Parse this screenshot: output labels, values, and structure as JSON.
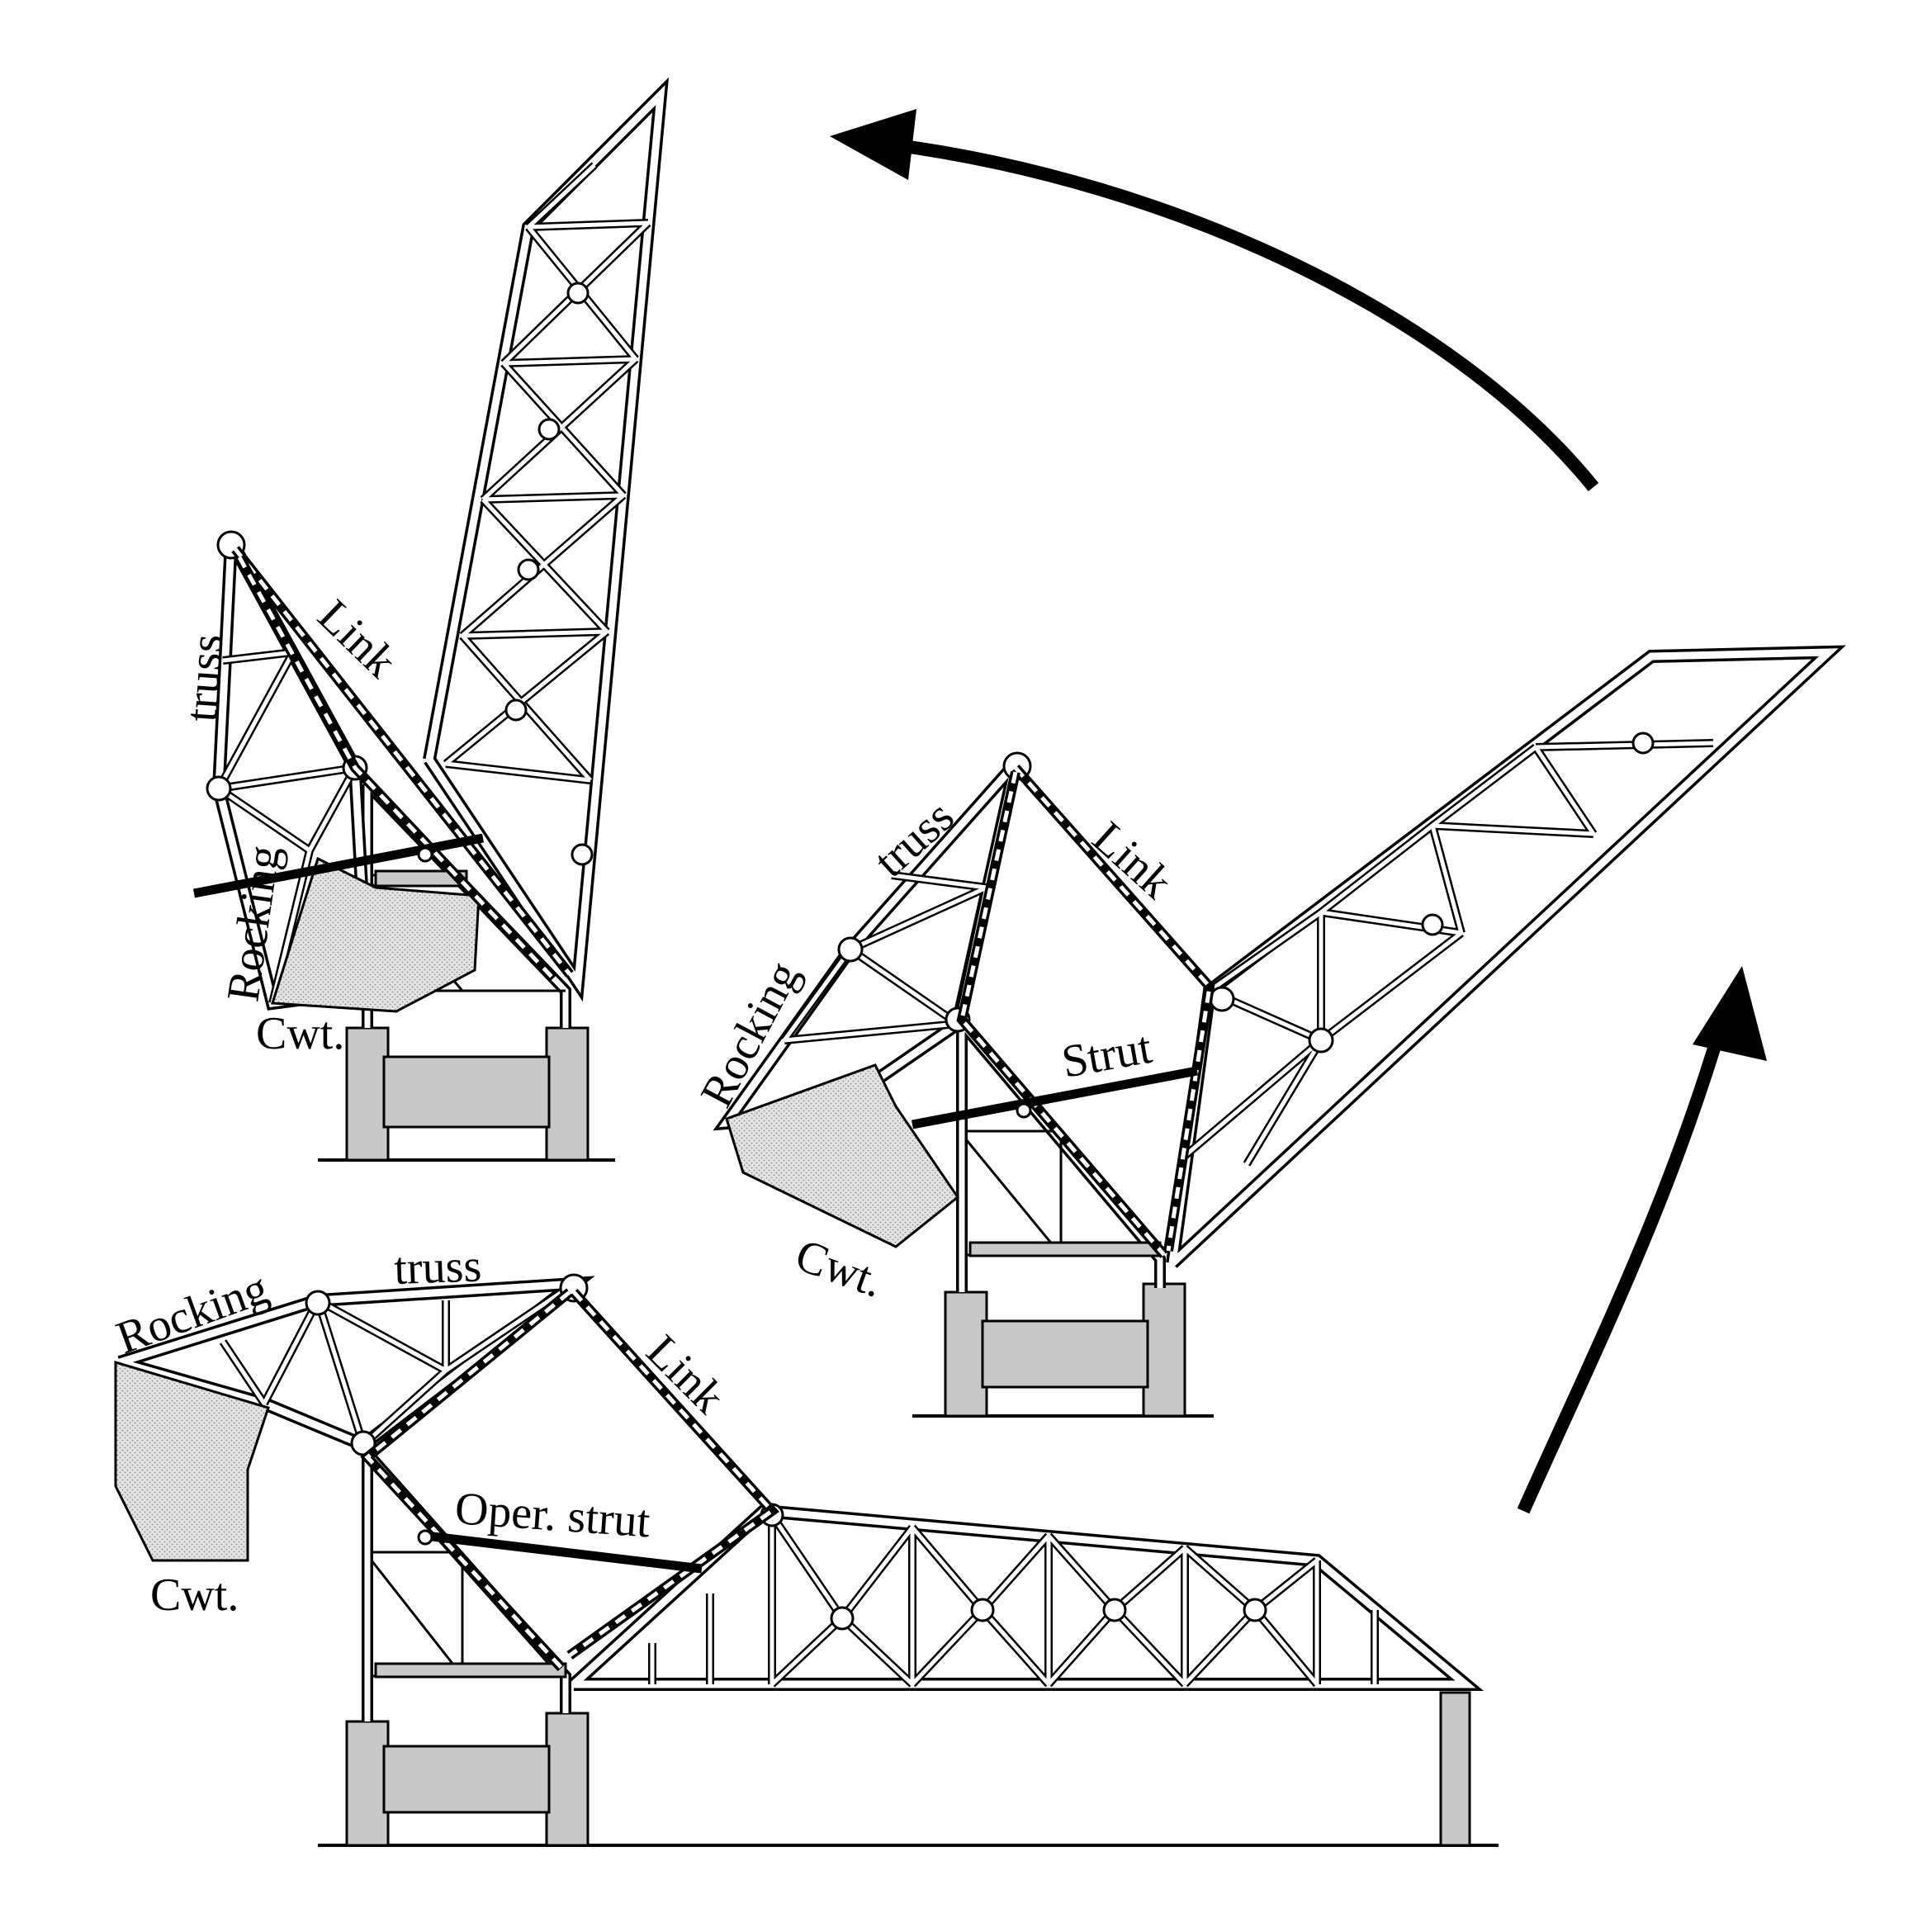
{
  "labels": {
    "rocking": "Rocking",
    "truss": "truss",
    "link": "Link",
    "counterweight": "Cwt.",
    "strut": "Strut",
    "operating_strut": "Oper. strut"
  },
  "colors": {
    "concrete": "#c8c8c8",
    "steel": "#000000",
    "counterweight_fill": "#e0e0e0"
  }
}
